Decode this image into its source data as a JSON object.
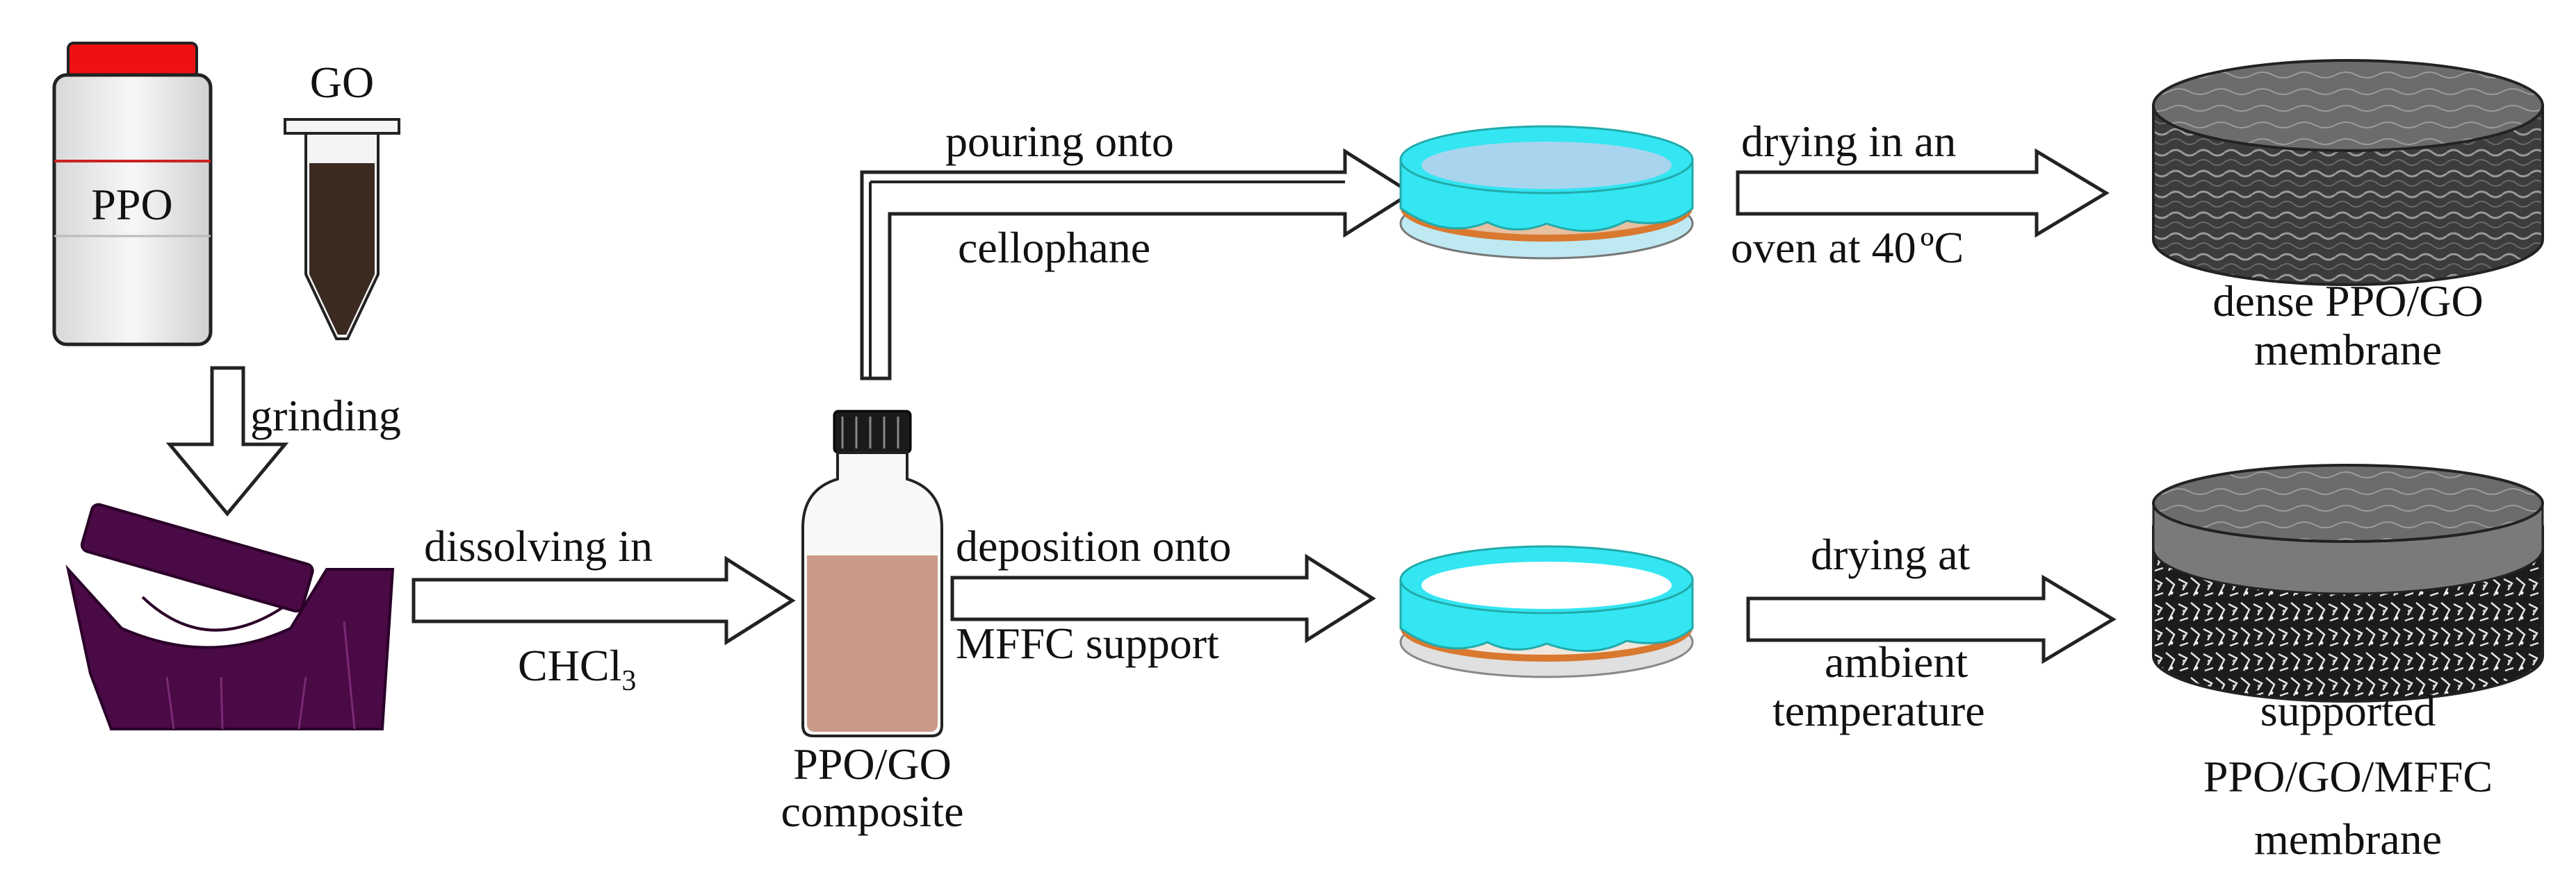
{
  "labels": {
    "ppo": "PPO",
    "go": "GO",
    "grinding": "grinding",
    "dissolving_in": "dissolving in",
    "chcl3_base": "CHCl",
    "chcl3_sub": "3",
    "composite_line1": "PPO/GO",
    "composite_line2": "composite",
    "pouring_onto": "pouring onto",
    "cellophane": "cellophane",
    "deposition_onto": "deposition onto",
    "mffc_support": "MFFC support",
    "drying_oven_line1": "drying in an",
    "drying_oven_line2_prefix": "oven at 40",
    "drying_oven_line2_unit": "ºC",
    "drying_at": "drying at",
    "ambient": "ambient",
    "temperature": "temperature",
    "dense_line1": "dense PPO/GO",
    "dense_line2": "membrane",
    "supported_line1": "supported",
    "supported_line2": "PPO/GO/MFFC",
    "supported_line3": "membrane"
  },
  "colors": {
    "ppo_cap": "#ee1111",
    "go_liquid": "#3a2a20",
    "mortar": "#4a0a45",
    "composite_liquid": "#c99a88",
    "dish_cyan": "#33e6f2",
    "dish_orange": "#d9782f",
    "membrane_dark": "#2a2a2a"
  }
}
